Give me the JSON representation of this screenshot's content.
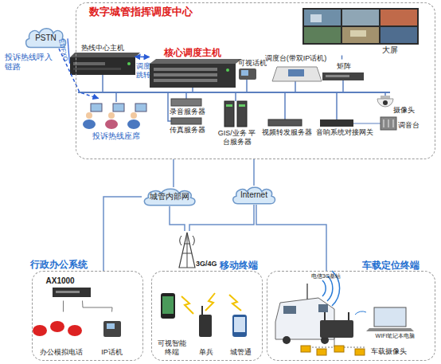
{
  "diagram": {
    "nodes": [
      {
        "text": [
          "数字城管指挥调度中心"
        ]
      },
      {
        "text": [
          "PSTN"
        ]
      },
      {
        "text": [
          "热线中心主机"
        ],
        "in": 0
      },
      {
        "text": [
          "核心调度主机"
        ],
        "in": 0
      },
      {
        "text": [
          "可视话机"
        ],
        "in": 0
      },
      {
        "text": [
          "调度台(带双IP话机)"
        ],
        "in": 0
      },
      {
        "text": [
          "大屏"
        ],
        "in": 0
      },
      {
        "text": [
          "矩阵"
        ],
        "in": 0
      },
      {
        "text": [
          "摄像头"
        ],
        "in": 0
      },
      {
        "text": [
          "投诉热线座席"
        ],
        "in": 0
      },
      {
        "text": [
          "录音服务器"
        ],
        "in": 0
      },
      {
        "text": [
          "传真服务器"
        ],
        "in": 0
      },
      {
        "text": [
          "GIS/业务 平台服务器"
        ],
        "in": 0
      },
      {
        "text": [
          "视频转发服务器"
        ],
        "in": 0
      },
      {
        "text": [
          "音响系统对接网关"
        ],
        "in": 0
      },
      {
        "text": [
          "调音台"
        ],
        "in": 0
      },
      {
        "text": [
          "城管内部网"
        ]
      },
      {
        "text": [
          "Internet"
        ]
      },
      {
        "text": [
          "行政办公系统"
        ]
      },
      {
        "text": [
          "AX1000"
        ],
        "in": 18
      },
      {
        "text": [
          "办公模拟电话"
        ],
        "in": 18
      },
      {
        "text": [
          "IP话机"
        ],
        "in": 18
      },
      {
        "text": [
          "3G/4G"
        ]
      },
      {
        "text": [
          "移动终端"
        ]
      },
      {
        "text": [
          "可视智能 终端"
        ],
        "in": 23
      },
      {
        "text": [
          "单兵"
        ],
        "in": 23
      },
      {
        "text": [
          "城管通"
        ],
        "in": 23
      },
      {
        "text": [
          "车载定位终端"
        ]
      },
      {
        "text": [
          "电信3G基站"
        ],
        "in": 27
      },
      {
        "text": [
          "WIFI笔记本电脑"
        ],
        "in": 27
      },
      {
        "text": [
          "车载摄像头"
        ],
        "in": 27
      }
    ],
    "edges": [
      {
        "from": 1,
        "to": 2,
        "arrow": "none",
        "label": "E1/FXO"
      },
      {
        "from": 2,
        "to": 3,
        "arrow": "both",
        "label": "调度跳转"
      },
      {
        "from": 1,
        "to": 9,
        "arrow": "to"
      },
      {
        "from": 0,
        "to": 16,
        "arrow": "none"
      },
      {
        "from": 0,
        "to": 17,
        "arrow": "none"
      },
      {
        "from": 16,
        "to": 18,
        "arrow": "none"
      },
      {
        "from": 16,
        "to": 22,
        "arrow": "none"
      },
      {
        "from": 17,
        "to": 22,
        "arrow": "none"
      },
      {
        "from": 17,
        "to": 27,
        "arrow": "none"
      },
      {
        "from": 19,
        "to": 20,
        "arrow": "none"
      },
      {
        "from": 19,
        "to": 21,
        "arrow": "none"
      },
      {
        "from": 7,
        "to": 6,
        "arrow": "none"
      }
    ],
    "labels": [
      "投诉热线呼入链路"
    ]
  }
}
